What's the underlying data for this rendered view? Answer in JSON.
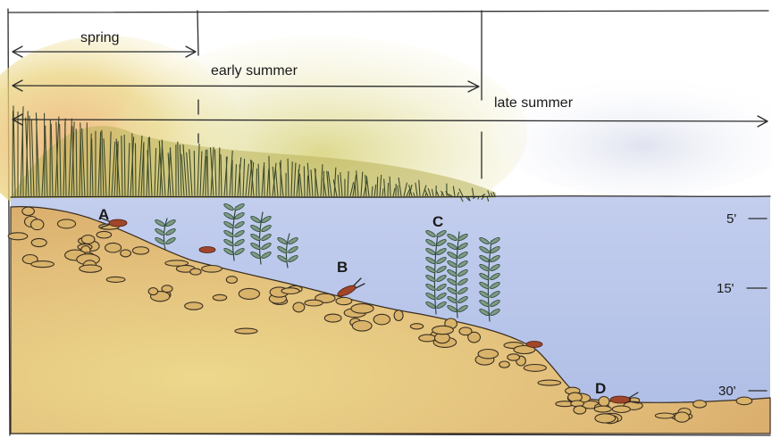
{
  "seasons": {
    "spring": "spring",
    "early_summer": "early summer",
    "late_summer": "late summer"
  },
  "sites": {
    "a": "A",
    "b": "B",
    "c": "C",
    "d": "D"
  },
  "depths": {
    "shallow": "5'",
    "mid": "15'",
    "deep": "30'"
  },
  "colors": {
    "water": "#b9c8ec",
    "bottom": "#e2c07e",
    "weeds_spring": "#e8d27a",
    "weeds_summer": "#c9cf76"
  }
}
